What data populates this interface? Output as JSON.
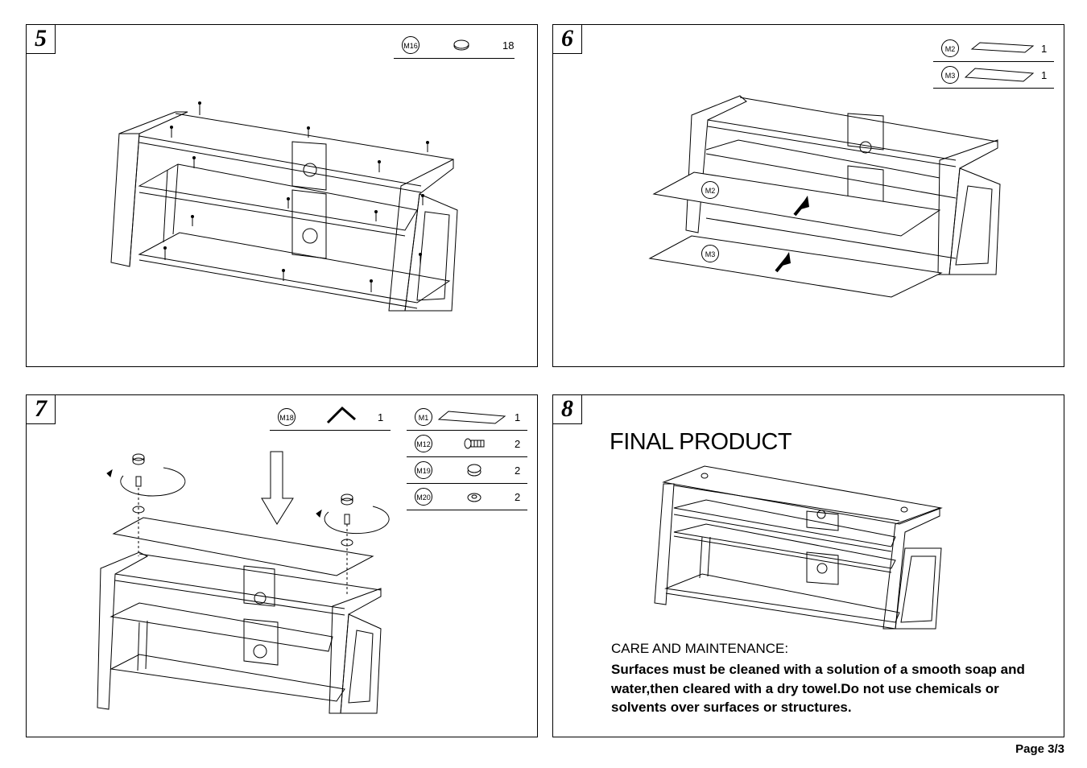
{
  "steps": {
    "s5": {
      "number": "5",
      "parts": [
        {
          "code": "M16",
          "qty": "18",
          "icon": "felt-pad-icon"
        }
      ]
    },
    "s6": {
      "number": "6",
      "parts": [
        {
          "code": "M2",
          "qty": "1",
          "icon": "glass-panel-icon"
        },
        {
          "code": "M3",
          "qty": "1",
          "icon": "glass-panel-icon"
        }
      ],
      "labels": {
        "m2": "M2",
        "m3": "M3"
      }
    },
    "s7": {
      "number": "7",
      "tool": {
        "code": "M18",
        "qty": "1",
        "icon": "allen-key-icon"
      },
      "parts": [
        {
          "code": "M1",
          "qty": "1",
          "icon": "glass-panel-icon"
        },
        {
          "code": "M12",
          "qty": "2",
          "icon": "screw-icon"
        },
        {
          "code": "M19",
          "qty": "2",
          "icon": "cap-icon"
        },
        {
          "code": "M20",
          "qty": "2",
          "icon": "washer-icon"
        }
      ]
    },
    "s8": {
      "number": "8",
      "title": "FINAL PRODUCT",
      "care_heading": "CARE AND MAINTENANCE:",
      "care_text": "Surfaces must be cleaned with a solution of a smooth soap and water,then cleared with a dry towel.Do not use chemicals or solvents over surfaces or structures."
    }
  },
  "page": {
    "label": "Page 3/3"
  }
}
